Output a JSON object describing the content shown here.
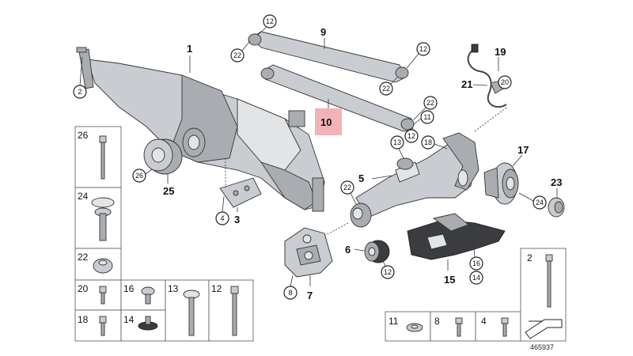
{
  "diagram": {
    "highlight_color": "#f3b3b6",
    "highlighted_label": "10",
    "parts": {
      "p1": "1",
      "p2": "2",
      "p3": "3",
      "p4": "4",
      "p5": "5",
      "p6": "6",
      "p7": "7",
      "p8": "8",
      "p9": "9",
      "p10": "10",
      "p11": "11",
      "p12": "12",
      "p13": "13",
      "p14": "14",
      "p15": "15",
      "p16": "16",
      "p17": "17",
      "p18": "18",
      "p19": "19",
      "p20": "20",
      "p21": "21",
      "p22": "22",
      "p23": "23",
      "p24": "24",
      "p25": "25",
      "p26": "26"
    },
    "legend_left": [
      "26",
      "24",
      "22",
      "20",
      "16",
      "13",
      "12",
      "18",
      "14"
    ],
    "legend_right": [
      "2",
      "11",
      "8",
      "4"
    ],
    "reference_number": "465937"
  }
}
